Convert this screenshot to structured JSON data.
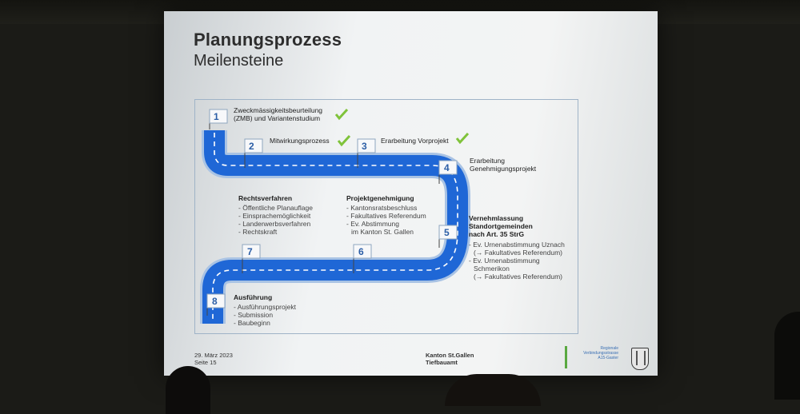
{
  "slide": {
    "title": "Planungsprozess",
    "subtitle": "Meilensteine"
  },
  "milestones": [
    {
      "number": "1",
      "lines": [
        "Zweckmässigkeitsbeurteilung",
        "(ZMB) und Variantenstudium"
      ],
      "done": true
    },
    {
      "number": "2",
      "lines": [
        "Mitwirkungsprozess"
      ],
      "done": true
    },
    {
      "number": "3",
      "lines": [
        "Erarbeitung Vorprojekt"
      ],
      "done": true
    },
    {
      "number": "4",
      "lines": [
        "Erarbeitung",
        "Genehmigungsprojekt"
      ],
      "done": false
    },
    {
      "number": "5",
      "lines": [
        "Vernehmlassung",
        "Standortgemeinden",
        "nach Art. 35 StrG"
      ],
      "items": [
        "Ev. Urnenabstimmung Uznach",
        "(→ Fakultatives Referendum)",
        "Ev. Urnenabstimmung",
        "Schmerikon",
        "(→ Fakultatives Referendum)"
      ],
      "done": false
    },
    {
      "number": "6",
      "lines": [
        "Projektgenehmigung"
      ],
      "items": [
        "Kantonsratsbeschluss",
        "Fakultatives Referendum",
        "Ev. Abstimmung",
        "im Kanton St. Gallen"
      ],
      "done": false
    },
    {
      "number": "7",
      "lines": [
        "Rechtsverfahren"
      ],
      "items": [
        "Öffentliche Planauflage",
        "Einsprachemöglichkeit",
        "Landerwerbsverfahren",
        "Rechtskraft"
      ],
      "done": false
    },
    {
      "number": "8",
      "lines": [
        "Ausführung"
      ],
      "items": [
        "Ausführungsprojekt",
        "Submission",
        "Baubeginn"
      ],
      "done": false
    }
  ],
  "footer": {
    "date": "29. März 2023",
    "page": "Seite 15",
    "org": "Kanton St.Gallen",
    "dept": "Tiefbauamt"
  },
  "logo": {
    "lines": [
      "Regionale",
      "Verbindungsstrasse",
      "A15-Gaster"
    ]
  },
  "colors": {
    "road": "#1f67d6",
    "road_edge": "#a9c3e4",
    "check": "#7fc33a",
    "title": "#2d2d2d"
  }
}
